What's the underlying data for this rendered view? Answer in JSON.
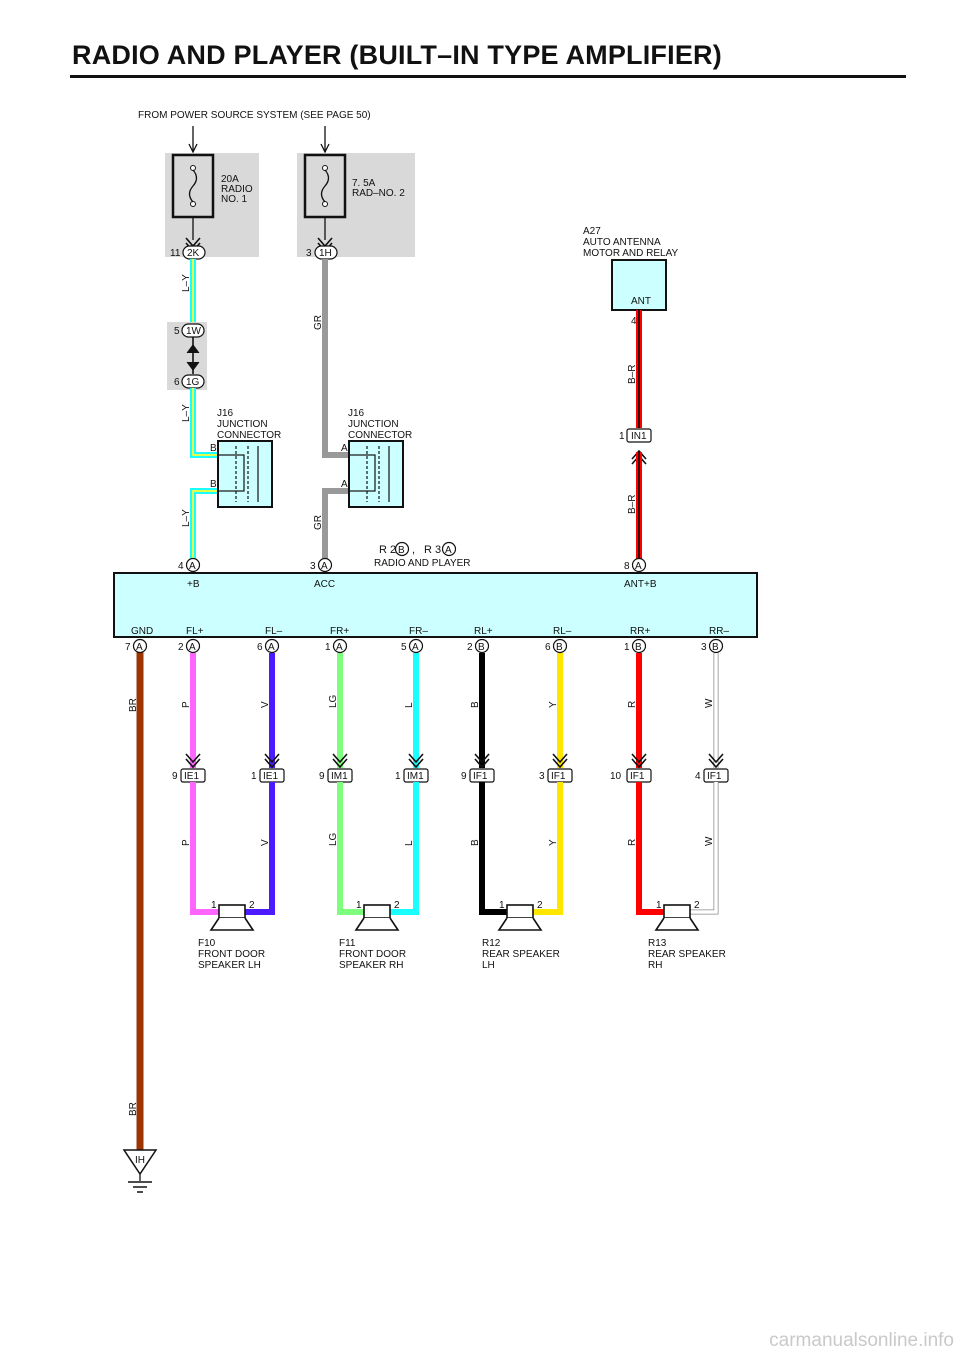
{
  "title": "RADIO AND PLAYER (BUILT–IN TYPE AMPLIFIER)",
  "source": "FROM POWER SOURCE SYSTEM (SEE PAGE 50)",
  "fuses": [
    {
      "lines": [
        "20A",
        "RADIO",
        "NO. 1"
      ],
      "pin": "11",
      "conn": "2K"
    },
    {
      "lines": [
        "7. 5A",
        "RAD–NO. 2"
      ],
      "pin": "3",
      "conn": "1H"
    }
  ],
  "inline_conn": {
    "top_pin": "5",
    "top_conn": "1W",
    "bottom_pin": "6",
    "bottom_conn": "1G"
  },
  "junction_connectors": [
    {
      "lines": [
        "J16",
        "JUNCTION",
        "CONNECTOR"
      ],
      "pin_top": "B",
      "pin_bottom": "B"
    },
    {
      "lines": [
        "J16",
        "JUNCTION",
        "CONNECTOR"
      ],
      "pin_top": "A",
      "pin_bottom": "A"
    }
  ],
  "antenna": {
    "lines": [
      "A27",
      "AUTO ANTENNA",
      "MOTOR AND RELAY"
    ],
    "terminal": "ANT",
    "pin": "4",
    "conn_pin": "1",
    "conn": "IN1"
  },
  "radio": {
    "id_r": "R 2",
    "id_r_letter": "B",
    "sep": ",",
    "id_r2": "R 3",
    "id_r2_letter": "A",
    "name": "RADIO AND PLAYER",
    "top_terminals": [
      {
        "label": "+B",
        "pin": "4",
        "conn": "A"
      },
      {
        "label": "ACC",
        "pin": "3",
        "conn": "A"
      },
      {
        "label": "ANT+B",
        "pin": "8",
        "conn": "A"
      }
    ],
    "bottom_terminals": [
      {
        "label": "GND",
        "pin": "7",
        "conn": "A"
      },
      {
        "label": "FL+",
        "pin": "2",
        "conn": "A"
      },
      {
        "label": "FL–",
        "pin": "6",
        "conn": "A"
      },
      {
        "label": "FR+",
        "pin": "1",
        "conn": "A"
      },
      {
        "label": "FR–",
        "pin": "5",
        "conn": "A"
      },
      {
        "label": "RL+",
        "pin": "2",
        "conn": "B"
      },
      {
        "label": "RL–",
        "pin": "6",
        "conn": "B"
      },
      {
        "label": "RR+",
        "pin": "1",
        "conn": "B"
      },
      {
        "label": "RR–",
        "pin": "3",
        "conn": "B"
      }
    ]
  },
  "wire_colors": {
    "ly": "L–Y",
    "gr": "GR",
    "br_ant": "B–R",
    "ground": "BR",
    "speaker": [
      "P",
      "V",
      "LG",
      "L",
      "B",
      "Y",
      "R",
      "W"
    ]
  },
  "speaker_conns": [
    {
      "pin": "9",
      "conn": "IE1"
    },
    {
      "pin": "1",
      "conn": "IE1"
    },
    {
      "pin": "9",
      "conn": "IM1"
    },
    {
      "pin": "1",
      "conn": "IM1"
    },
    {
      "pin": "9",
      "conn": "IF1"
    },
    {
      "pin": "3",
      "conn": "IF1"
    },
    {
      "pin": "10",
      "conn": "IF1"
    },
    {
      "pin": "4",
      "conn": "IF1"
    }
  ],
  "speakers": [
    {
      "lines": [
        "F10",
        "FRONT DOOR",
        "SPEAKER LH"
      ],
      "pin1": "1",
      "pin2": "2"
    },
    {
      "lines": [
        "F11",
        "FRONT DOOR",
        "SPEAKER RH"
      ],
      "pin1": "1",
      "pin2": "2"
    },
    {
      "lines": [
        "R12",
        "REAR SPEAKER",
        "LH"
      ],
      "pin1": "1",
      "pin2": "2"
    },
    {
      "lines": [
        "R13",
        "REAR SPEAKER",
        "RH"
      ],
      "pin1": "1",
      "pin2": "2"
    }
  ],
  "ground_label": "IH",
  "watermark": "carmanualsonline.info",
  "colors": {
    "P": "#ff66ff",
    "V": "#4b1aff",
    "LG": "#7dff7d",
    "L": "#19ffff",
    "B": "#000000",
    "Y": "#ffe600",
    "R": "#ff0000",
    "W": "#ffffff",
    "BR": "#9c3500",
    "GR": "#999999",
    "LY_outer": "#19ffff",
    "LY_inner": "#ffff33",
    "BR_ANT_outer": "#ff0000",
    "BR_ANT_inner": "#000000",
    "module_fill": "#ccffff",
    "shade": "#d9d9d9"
  }
}
